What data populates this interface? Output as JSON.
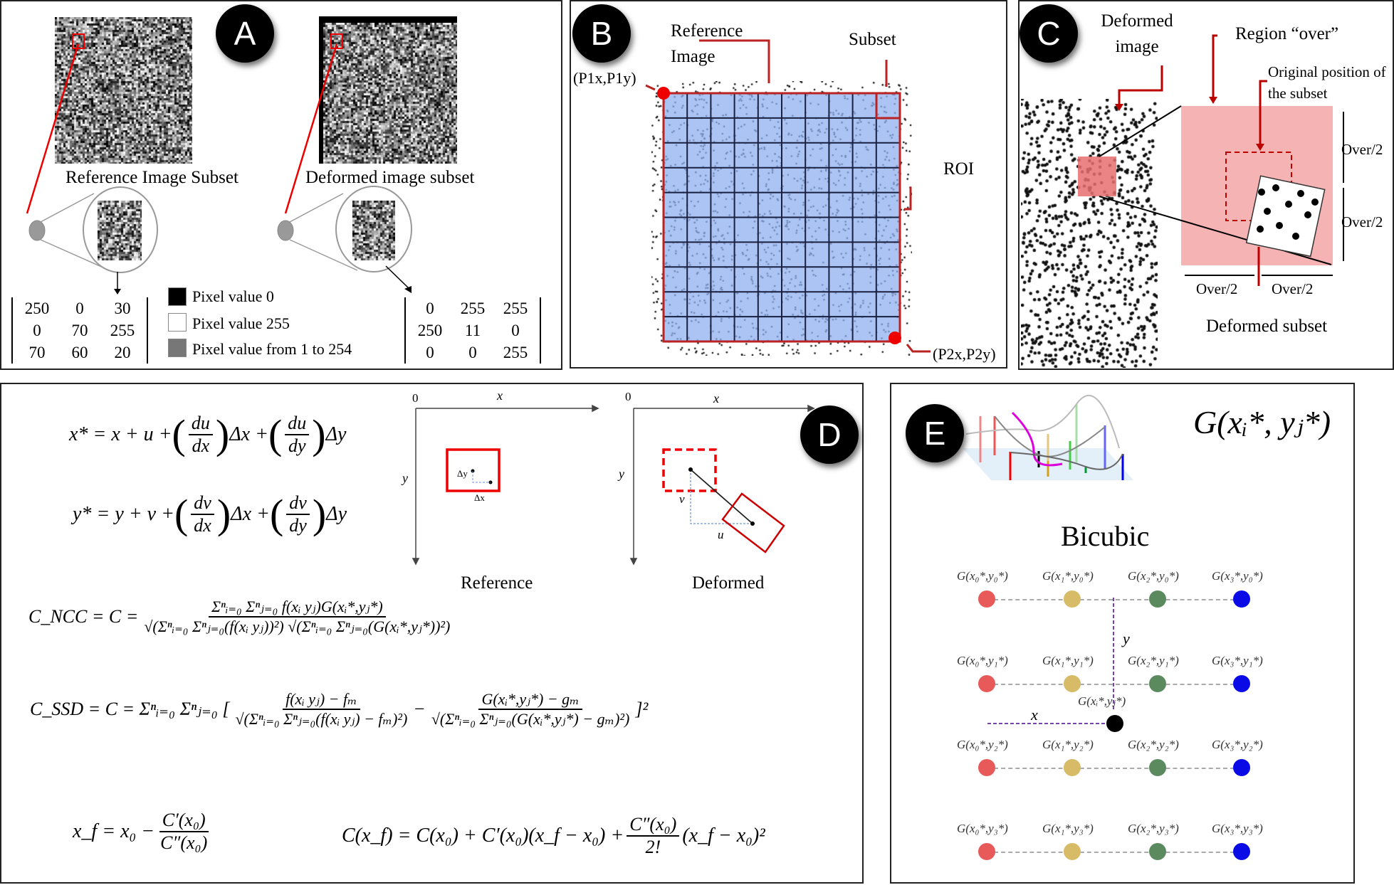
{
  "panel_a": {
    "badge": "A",
    "ref_label": "Reference Image Subset",
    "def_label": "Deformed image subset",
    "ref_matrix": [
      "250",
      "0",
      "30",
      "0",
      "70",
      "255",
      "70",
      "60",
      "20"
    ],
    "def_matrix": [
      "0",
      "255",
      "255",
      "250",
      "11",
      "0",
      "0",
      "0",
      "255"
    ],
    "legend": [
      "Pixel value 0",
      "Pixel value 255",
      "Pixel value from 1 to 254"
    ]
  },
  "panel_b": {
    "badge": "B",
    "ref_image": "Reference Image",
    "subset": "Subset",
    "roi": "ROI",
    "p1": "(P1x,P1y)",
    "p2": "(P2x,P2y)"
  },
  "panel_c": {
    "badge": "C",
    "deformed_image": "Deformed image",
    "region_over": "Region “over”",
    "original_position": "Original position of the subset",
    "over_half": "Over/2",
    "deformed_subset": "Deformed subset"
  },
  "panel_d": {
    "badge": "D",
    "eq1": {
      "lhs": "x* = x + u +",
      "n1": "du",
      "d1": "dx",
      "m": "Δx +",
      "n2": "du",
      "d2": "dy",
      "end": "Δy"
    },
    "eq2": {
      "lhs": "y* = y + v +",
      "n1": "dv",
      "d1": "dx",
      "m": "Δx +",
      "n2": "dv",
      "d2": "dy",
      "end": "Δy"
    },
    "ncc": {
      "lhs": "C_NCC = C =",
      "num": "Σⁿᵢ₌₀ Σⁿⱼ₌₀ f(xᵢ yⱼ)G(xᵢ*,yⱼ*)",
      "den": "√(Σⁿᵢ₌₀ Σⁿⱼ₌₀(f(xᵢ yⱼ))²) √(Σⁿᵢ₌₀ Σⁿⱼ₌₀(G(xᵢ*,yⱼ*))²)"
    },
    "ssd": {
      "lhs": "C_SSD = C = Σⁿᵢ₌₀ Σⁿⱼ₌₀ [",
      "n1": "f(xᵢ yⱼ) − fₘ",
      "d1": "√(Σⁿᵢ₌₀ Σⁿⱼ₌₀(f(xᵢ yⱼ) − fₘ)²)",
      "minus": "−",
      "n2": "G(xᵢ*,yⱼ*) − gₘ",
      "d2": "√(Σⁿᵢ₌₀ Σⁿⱼ₌₀(G(xᵢ*,yⱼ*) − gₘ)²)",
      "end": "]²"
    },
    "newton": {
      "lhs": "x_f = x₀ −",
      "n": "C′(x₀)",
      "d": "C″(x₀)"
    },
    "taylor": {
      "lhs": "C(x_f) = C(x₀) + C′(x₀)(x_f − x₀) +",
      "n": "C″(x₀)",
      "d": "2!",
      "end": "(x_f − x₀)²"
    },
    "axis_origin": "0",
    "axis_x": "x",
    "axis_y": "y",
    "dy": "Δy",
    "dx": "Δx",
    "u": "u",
    "v": "v",
    "reference": "Reference",
    "deformed": "Deformed"
  },
  "panel_e": {
    "badge": "E",
    "title_func": "G(xᵢ*, yⱼ*)",
    "bicubic": "Bicubic",
    "grid_labels": [
      [
        "G(x₀*,y₀*)",
        "G(x₁*,y₀*)",
        "G(x₂*,y₀*)",
        "G(x₃*,y₀*)"
      ],
      [
        "G(x₀*,y₁*)",
        "G(x₁*,y₁*)",
        "G(x₂*,y₁*)",
        "G(x₃*,y₁*)"
      ],
      [
        "G(x₀*,y₂*)",
        "G(x₁*,y₂*)",
        "G(x₂*,y₂*)",
        "G(x₃*,y₂*)"
      ],
      [
        "G(x₀*,y₃*)",
        "G(x₁*,y₃*)",
        "G(x₂*,y₃*)",
        "G(x₃*,y₃*)"
      ]
    ],
    "center_label": "G(xᵢ*,yⱼ*)",
    "x": "x",
    "y": "y",
    "colors": [
      "#e85a5a",
      "#d8bb66",
      "#5b8a5e",
      "#0a0ae6"
    ]
  }
}
